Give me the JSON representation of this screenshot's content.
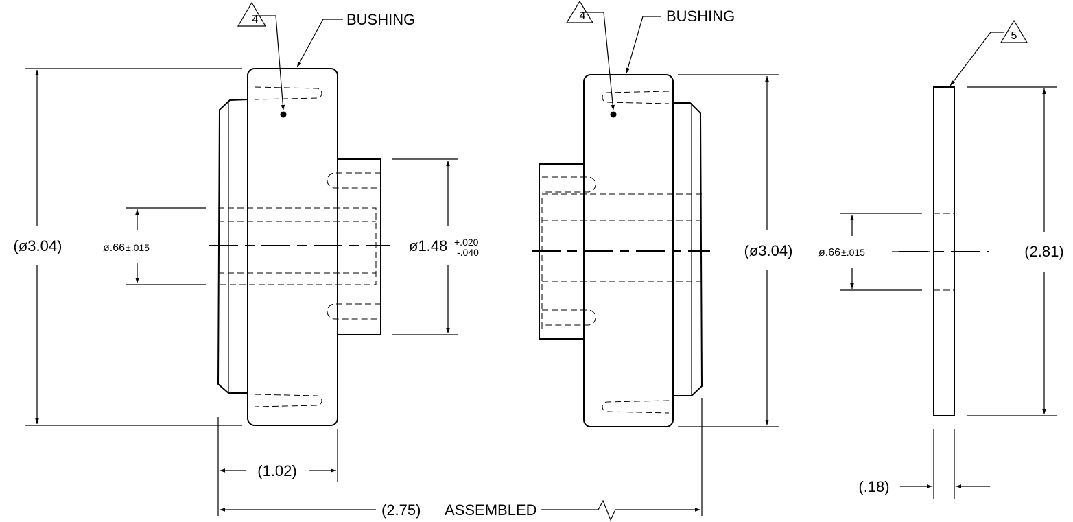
{
  "view_left": {
    "leader_label": "BUSHING",
    "flag_number": "4",
    "overall_dia": "(ø3.04)",
    "bore_dia": "ø.66",
    "bore_tol": "±.015",
    "hub_dia": "ø1.48",
    "hub_tol_plus": "+.020",
    "hub_tol_minus": "-.040",
    "width_dim": "(1.02)"
  },
  "view_middle": {
    "leader_label": "BUSHING",
    "flag_number": "4",
    "overall_dia": "(ø3.04)"
  },
  "view_right": {
    "flag_number": "5",
    "bore_dia": "ø.66",
    "bore_tol": "±.015",
    "height_dim": "(2.81)",
    "thickness_dim": "(.18)"
  },
  "assembled": {
    "length_dim": "(2.75)",
    "label": "ASSEMBLED"
  }
}
